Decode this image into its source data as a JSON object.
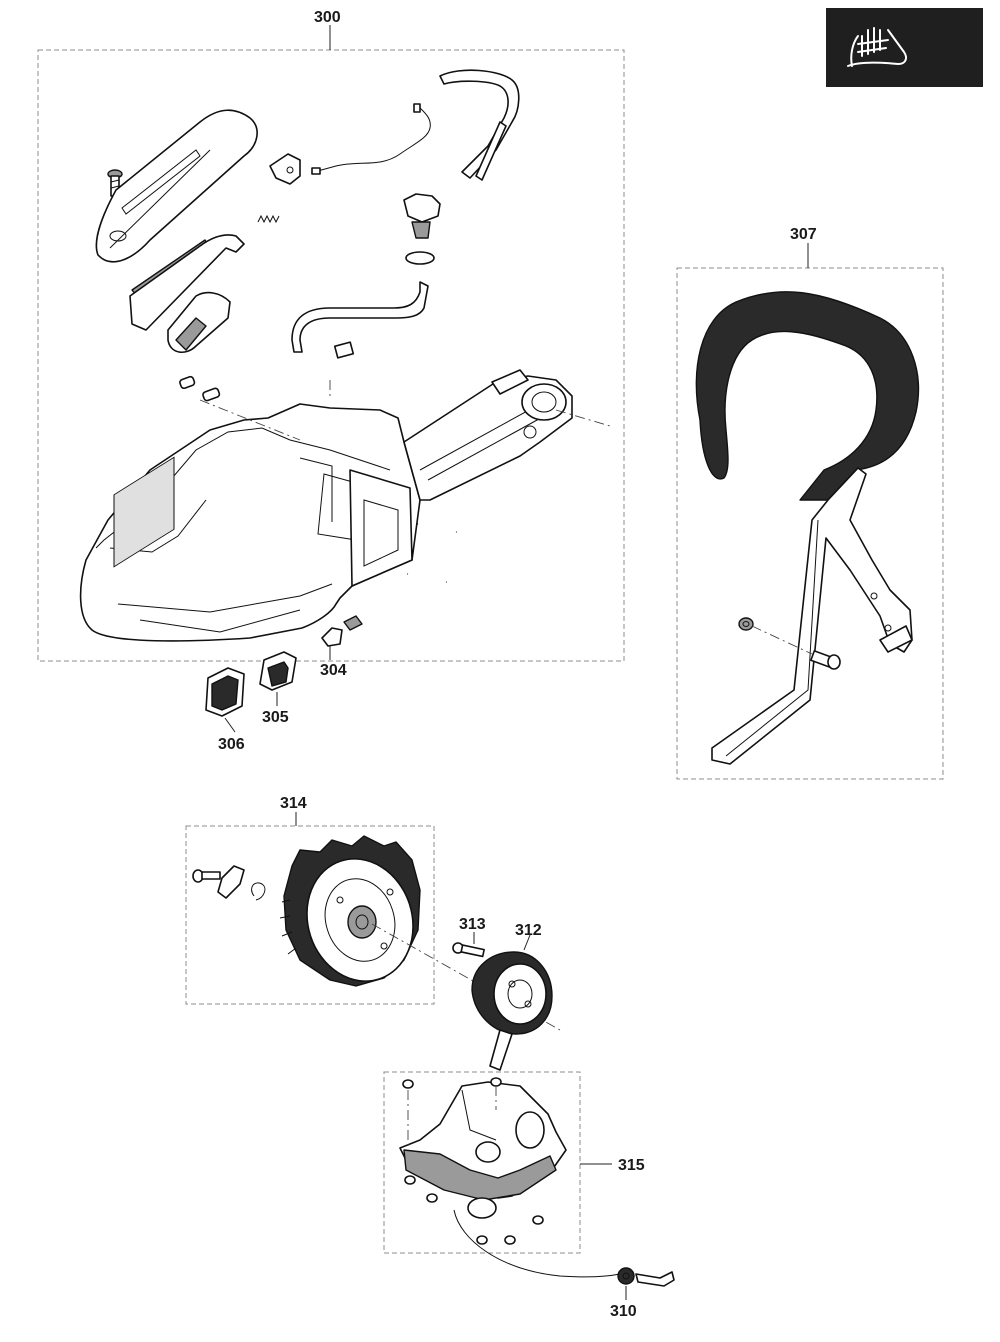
{
  "logo": {
    "icon": "hand-glove-icon",
    "background": "#1f1f1f",
    "foreground": "#ffffff"
  },
  "callouts": {
    "c300": "300",
    "c304": "304",
    "c305": "305",
    "c306": "306",
    "c307": "307",
    "c310": "310",
    "c312": "312",
    "c313": "313",
    "c314": "314",
    "c315": "315"
  }
}
